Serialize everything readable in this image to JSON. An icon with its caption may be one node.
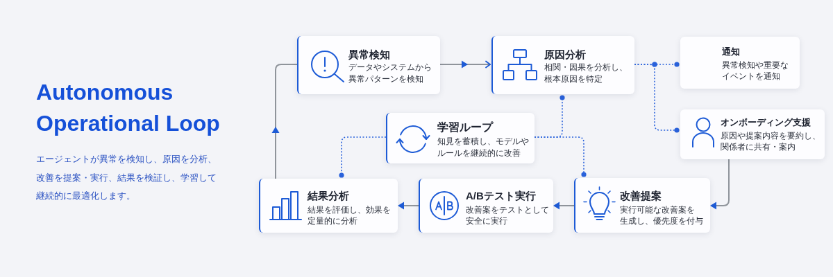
{
  "diagram": {
    "title": "Autonomous Operational Loop",
    "caption": "エージェントが異常を検知し、原因を分析、改善を提案・実行、結果を検証し、学習して継続的に最適化します。",
    "nodes": [
      {
        "text": [
          "異常検知",
          "データやシステムから異常パターンを検知"
        ]
      },
      {
        "text": [
          "原因分析",
          "相関・因果を分析し、根本原因を特定"
        ]
      },
      {
        "text": [
          "通知",
          "異常検知や重要なイベントを通知"
        ]
      },
      {
        "text": [
          "オンボーディング支援",
          "原因や提案内容を要約し、関係者に共有・案内"
        ]
      },
      {
        "text": [
          "学習ループ",
          "知見を蓄積し、モデルやルールを継続的に改善"
        ]
      },
      {
        "text": [
          "結果分析",
          "結果を評価し、効果を定量的に分析"
        ]
      },
      {
        "text": [
          "A/Bテスト実行",
          "改善案をテストとして安全に実行"
        ]
      },
      {
        "text": [
          "改善提案",
          "実行可能な改善案を生成し、優先度を付与"
        ]
      }
    ],
    "edges": [
      {
        "from": 0,
        "to": 1,
        "arrow": "to"
      },
      {
        "from": 1,
        "to": 2,
        "arrow": "other",
        "style": "dashed",
        "color": "#2a62db"
      },
      {
        "from": 1,
        "to": 3,
        "arrow": "other",
        "style": "dashed",
        "color": "#2a62db"
      },
      {
        "from": 3,
        "to": 7,
        "arrow": "to"
      },
      {
        "from": 7,
        "to": 6,
        "arrow": "to"
      },
      {
        "from": 6,
        "to": 5,
        "arrow": "to"
      },
      {
        "from": 5,
        "to": 0,
        "arrow": "to"
      },
      {
        "from": 4,
        "to": 5,
        "arrow": "other",
        "style": "dashed",
        "color": "#2a62db"
      },
      {
        "from": 4,
        "to": 7,
        "arrow": "other",
        "style": "dashed",
        "color": "#2a62db"
      },
      {
        "from": 4,
        "to": 1,
        "arrow": "other",
        "style": "dashed",
        "color": "#2a62db"
      }
    ]
  }
}
